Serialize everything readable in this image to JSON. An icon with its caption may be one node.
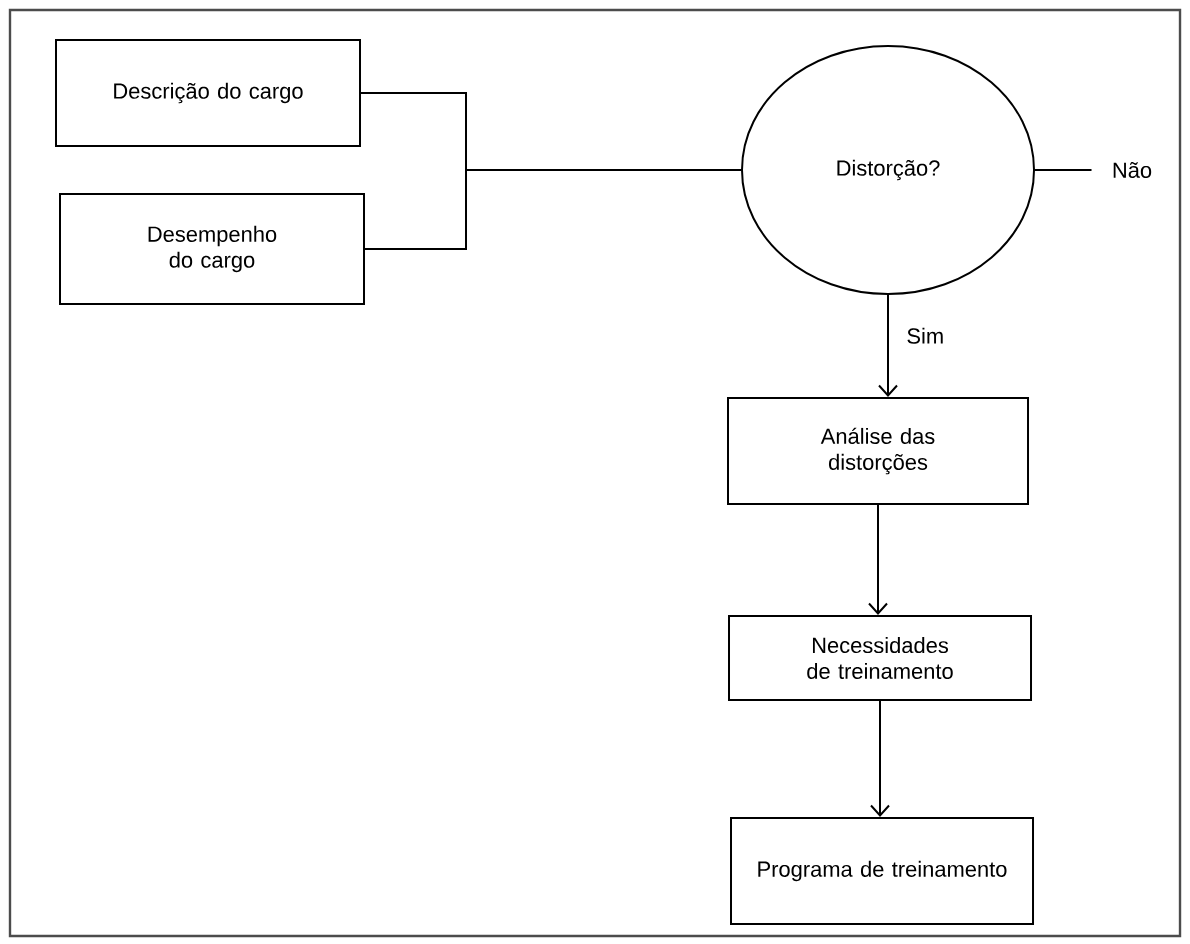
{
  "diagram": {
    "nodes": [
      {
        "text": [
          "Descrição do cargo"
        ]
      },
      {
        "text": [
          "Desempenho do cargo"
        ]
      },
      {
        "text": [
          "Distorção?"
        ]
      },
      {
        "text": [
          "Não"
        ]
      },
      {
        "text": [
          "Análise das distorções"
        ]
      },
      {
        "text": [
          "Necessidades de treinamento"
        ]
      },
      {
        "text": [
          "Programa de treinamento"
        ]
      }
    ],
    "edges": [
      {
        "from": 0,
        "to": 2,
        "arrow": "none"
      },
      {
        "from": 1,
        "to": 2,
        "arrow": "none"
      },
      {
        "from": 2,
        "to": 3,
        "arrow": "none"
      },
      {
        "from": 2,
        "to": 4,
        "arrow": "to",
        "label": "Sim"
      },
      {
        "from": 4,
        "to": 5,
        "arrow": "to"
      },
      {
        "from": 5,
        "to": 6,
        "arrow": "to"
      }
    ]
  }
}
